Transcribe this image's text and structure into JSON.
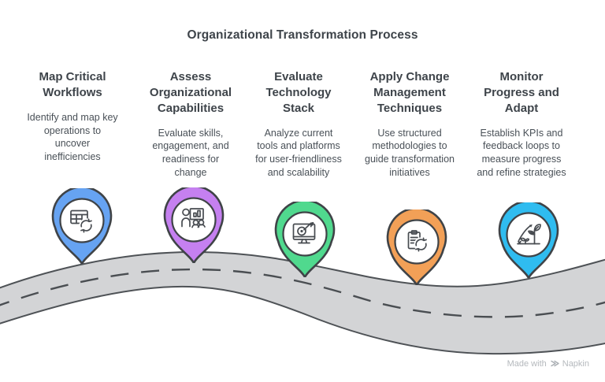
{
  "title": "Organizational Transformation Process",
  "steps": [
    {
      "title": "Map Critical\nWorkflows",
      "description": "Identify and map key\noperations to\nuncover\ninefficiencies",
      "color": "#66A3F2",
      "icon": "table-sync-icon"
    },
    {
      "title": "Assess\nOrganizational\nCapabilities",
      "description": "Evaluate skills,\nengagement, and\nreadiness for\nchange",
      "color": "#C580F0",
      "icon": "presentation-audience-icon"
    },
    {
      "title": "Evaluate\nTechnology\nStack",
      "description": "Analyze current\ntools and platforms\nfor user-friendliness\nand scalability",
      "color": "#50D98E",
      "icon": "monitor-target-icon"
    },
    {
      "title": "Apply Change\nManagement\nTechniques",
      "description": "Use structured\nmethodologies to\nguide transformation\ninitiatives",
      "color": "#F2A057",
      "icon": "clipboard-sync-icon"
    },
    {
      "title": "Monitor\nProgress and\nAdapt",
      "description": "Establish KPIs and\nfeedback loops to\nmeasure progress\nand refine strategies",
      "color": "#2FBCF0",
      "icon": "growth-plant-icon"
    }
  ],
  "road": {
    "fill": "#D3D4D6",
    "edge": "#4E5256",
    "dash": "#4A4E52"
  },
  "watermark": {
    "prefix": "Made with",
    "brand": "Napkin"
  }
}
